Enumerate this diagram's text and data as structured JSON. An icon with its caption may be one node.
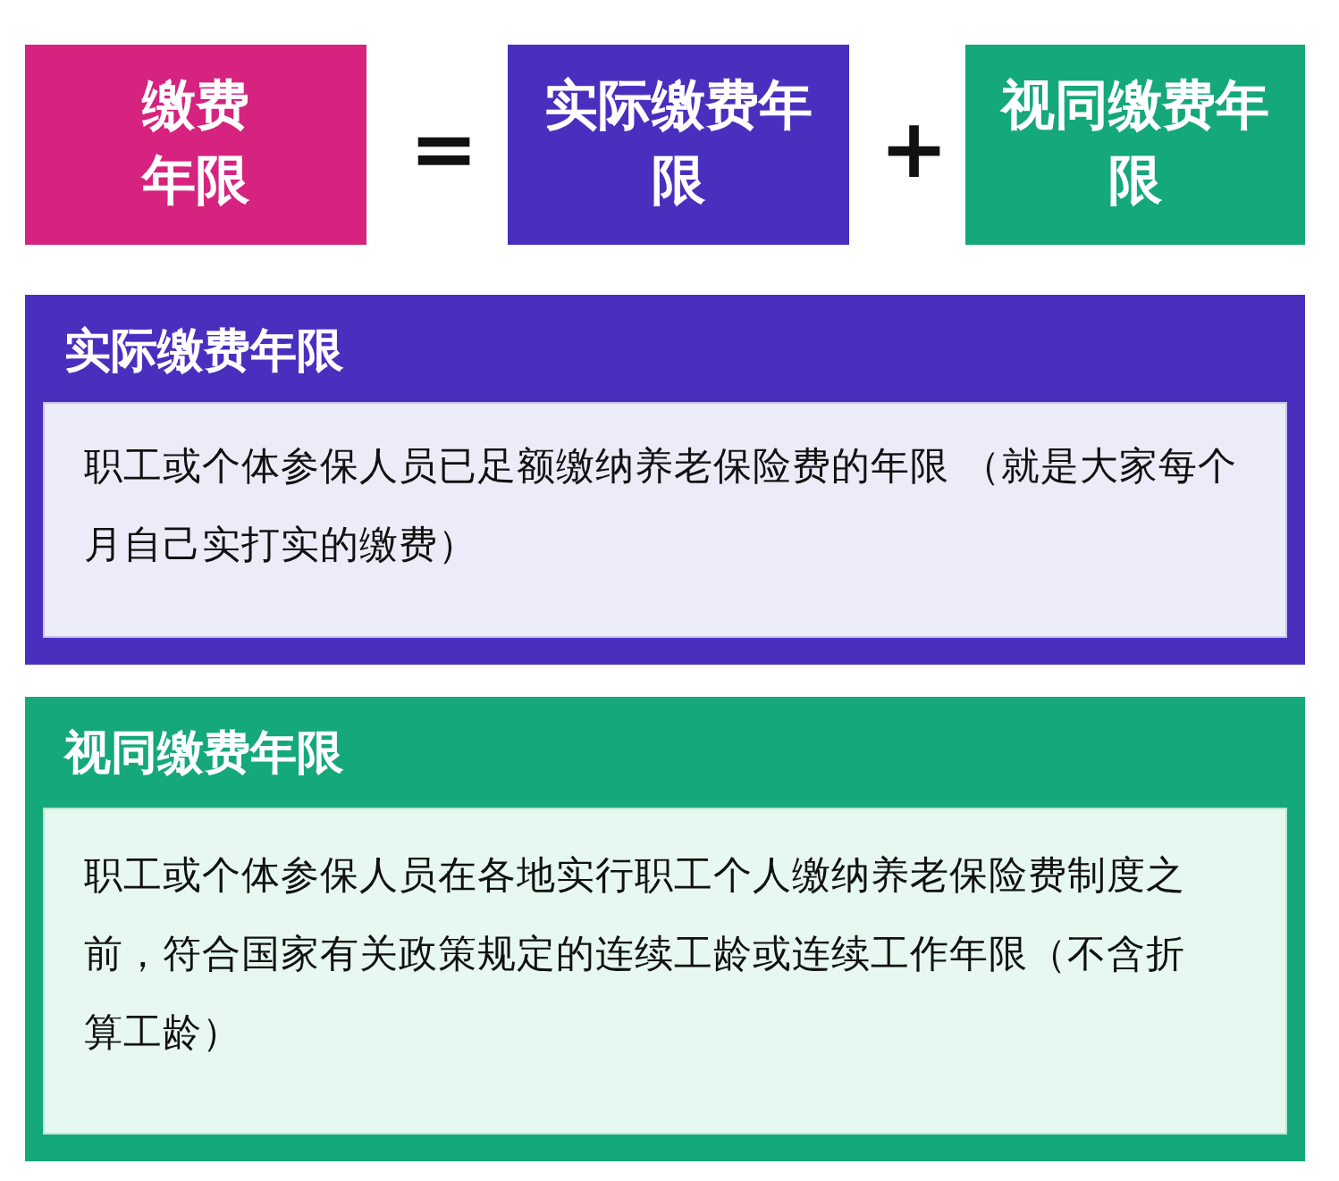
{
  "diagram": {
    "nodes": [
      {
        "text": [
          "缴费年限"
        ]
      },
      {
        "text": [
          "实际缴费年限"
        ]
      },
      {
        "text": [
          "视同缴费年限"
        ]
      },
      {
        "text": [
          "实际缴费年限"
        ]
      },
      {
        "text": [
          "职工或个体参保人员已足额缴纳养老保险费的年限 （就是大家每个月自己实打实的缴费）"
        ],
        "in": 3
      },
      {
        "text": [
          "视同缴费年限"
        ]
      },
      {
        "text": [
          "职工或个体参保人员在各地实行职工个人缴纳养老保险费制度之前，符合国家有关政策规定的连续工龄或连续工作年限（不含折算工龄）"
        ],
        "in": 5
      }
    ],
    "labels": [
      "=",
      "+"
    ]
  }
}
